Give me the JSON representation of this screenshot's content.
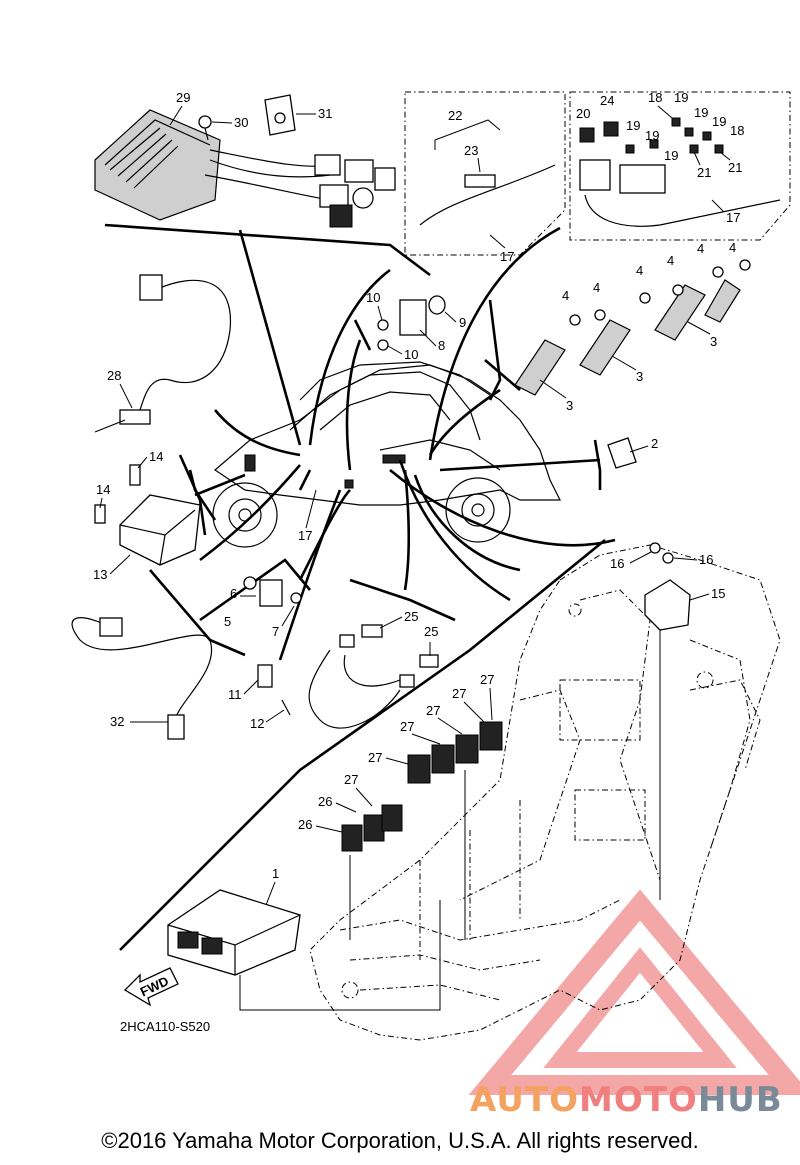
{
  "diagram": {
    "code": "2HCA110-S520",
    "fwd_label": "FWD",
    "callouts": {
      "p1": "1",
      "p2": "2",
      "p3a": "3",
      "p3b": "3",
      "p3c": "3",
      "p4a": "4",
      "p4b": "4",
      "p4c": "4",
      "p4d": "4",
      "p4e": "4",
      "p4f": "4",
      "p5": "5",
      "p6": "6",
      "p7": "7",
      "p8": "8",
      "p9": "9",
      "p10a": "10",
      "p10b": "10",
      "p11": "11",
      "p12": "12",
      "p13": "13",
      "p14a": "14",
      "p14b": "14",
      "p15": "15",
      "p16a": "16",
      "p16b": "16",
      "p17a": "17",
      "p17b": "17",
      "p17c": "17",
      "p18a": "18",
      "p18b": "18",
      "p19a": "19",
      "p19b": "19",
      "p19c": "19",
      "p19d": "19",
      "p19e": "19",
      "p19f": "19",
      "p20": "20",
      "p21a": "21",
      "p21b": "21",
      "p22": "22",
      "p23": "23",
      "p24": "24",
      "p25a": "25",
      "p25b": "25",
      "p26a": "26",
      "p26b": "26",
      "p27a": "27",
      "p27b": "27",
      "p27c": "27",
      "p27d": "27",
      "p27e": "27",
      "p27f": "27",
      "p28": "28",
      "p29": "29",
      "p30": "30",
      "p31": "31",
      "p32": "32"
    }
  },
  "watermark": {
    "part1": "AUTO",
    "part2": "MOTO",
    "part3": "HUB"
  },
  "copyright": "©2016 Yamaha Motor Corporation, U.S.A. All rights reserved.",
  "colors": {
    "watermark_triangle": "#f08a8a",
    "watermark_auto": "#f4a261",
    "watermark_moto": "#f08080",
    "watermark_hub": "#7a8a99"
  }
}
